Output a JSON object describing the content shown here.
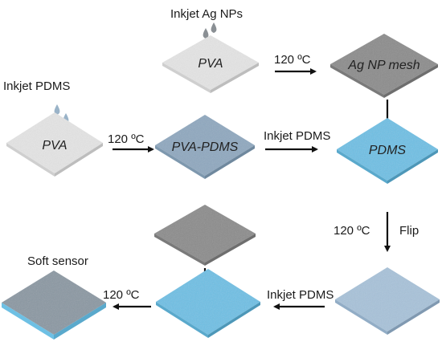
{
  "colors": {
    "pva": "#e4e4e4",
    "pva_edge": "#bdbdbd",
    "pva_pdms": "#8fa8bf",
    "ag_mesh": "#8c8c8c",
    "pdms_top": "#6ec0e4",
    "pdms_flipped": "#a8c2d9",
    "sensor": "#8b98a3",
    "droplet": "#9ab3c8",
    "arrow": "#111111"
  },
  "labels": {
    "inkjet_ag_nps": "Inkjet Ag NPs",
    "inkjet_pdms_start": "Inkjet PDMS",
    "cure_1": "120 ºC",
    "cure_2": "120 ºC",
    "inkjet_pdms_mid": "Inkjet PDMS",
    "cure_flip": "120 ºC",
    "flip": "Flip",
    "inkjet_pdms_bottom": "Inkjet PDMS",
    "cure_final": "120 ºC",
    "soft_sensor": "Soft sensor"
  },
  "plates": {
    "pva_ag": "PVA",
    "ag_mesh": "Ag NP mesh",
    "pva_pdms_start": "PVA",
    "pva_pdms": "PVA-PDMS",
    "pdms": "PDMS"
  },
  "icons": {
    "droplet": "droplet-icon",
    "arrow": "arrow-icon"
  }
}
